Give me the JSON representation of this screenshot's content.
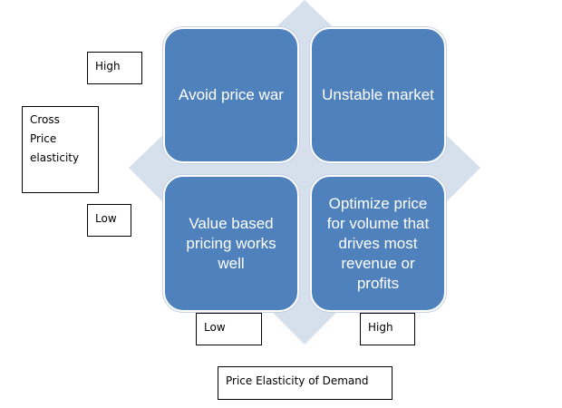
{
  "quadrants": {
    "top_left": "Avoid price war",
    "top_right": "Unstable market",
    "bottom_left": "Value based pricing works well",
    "bottom_right": "Optimize price for volume that drives most revenue or profits"
  },
  "y_axis": {
    "label_lines": [
      "Cross",
      "Price",
      "elasticity"
    ],
    "high": "High",
    "low": "Low"
  },
  "x_axis": {
    "label": "Price Elasticity of Demand",
    "low": "Low",
    "high": "High"
  },
  "colors": {
    "quadrant_fill": "#4F81BD",
    "diamond_fill": "#D6DFEC"
  }
}
